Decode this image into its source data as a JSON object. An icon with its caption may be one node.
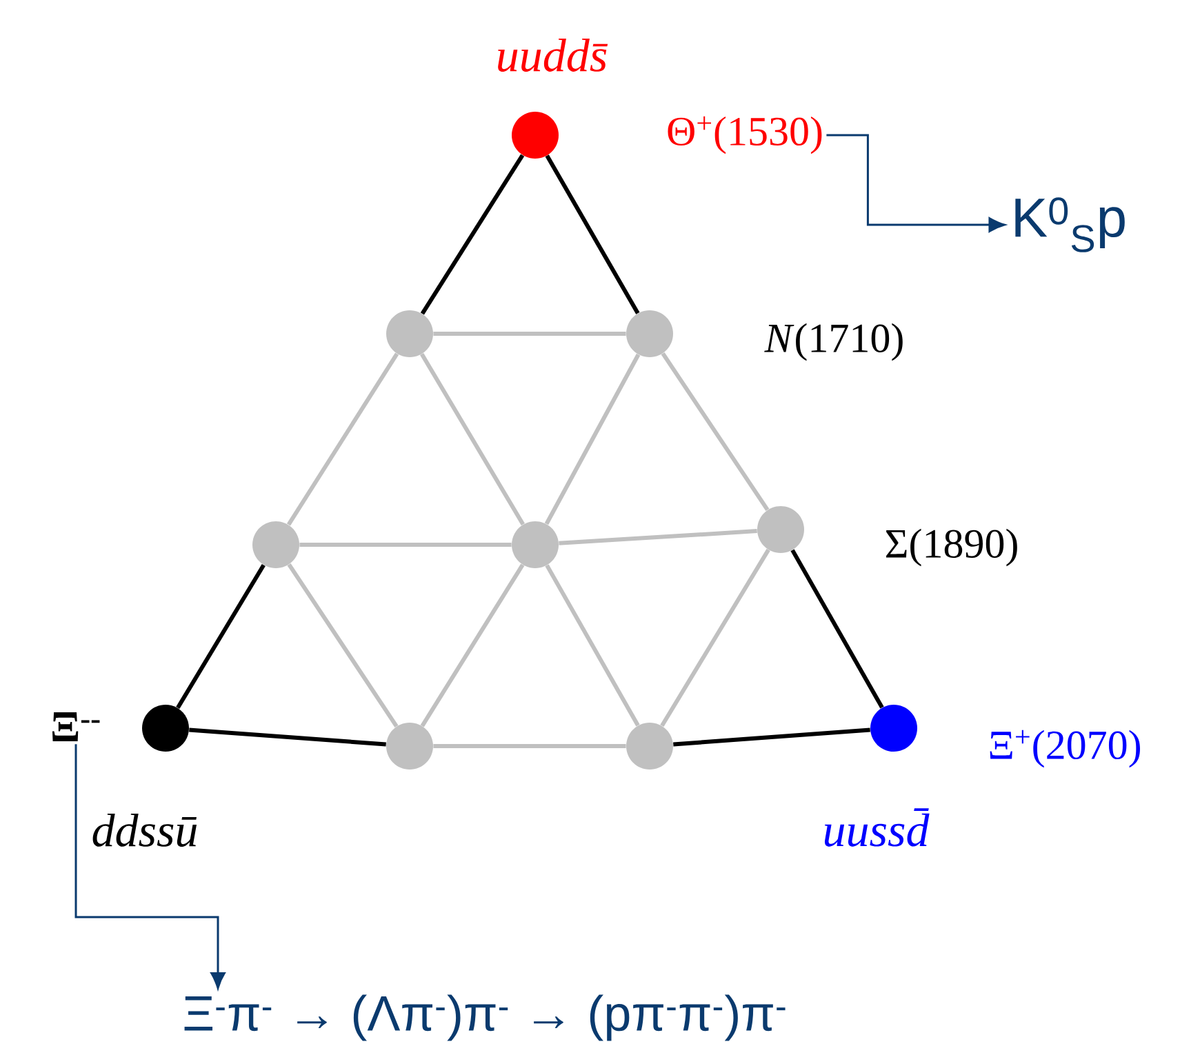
{
  "diagram": {
    "nodes": [
      {
        "text": [],
        "shape": "circle",
        "beside": [
          "uudds̄"
        ]
      },
      {
        "text": [],
        "shape": "circle"
      },
      {
        "text": [],
        "shape": "circle",
        "beside": [
          "*N*(1710)"
        ]
      },
      {
        "text": [],
        "shape": "circle"
      },
      {
        "text": [],
        "shape": "circle"
      },
      {
        "text": [],
        "shape": "circle",
        "beside": [
          "Σ(1890)"
        ]
      },
      {
        "text": [],
        "shape": "circle",
        "beside": [
          "ddssū"
        ]
      },
      {
        "text": [],
        "shape": "circle"
      },
      {
        "text": [],
        "shape": "circle"
      },
      {
        "text": [],
        "shape": "circle",
        "beside": [
          "Ξ$^{+}$(2070)",
          "uussd̄"
        ]
      },
      {
        "text": [
          "Θ$^{+}$(1530)"
        ]
      },
      {
        "text": [
          "K$^{0}$$_{S}$p"
        ]
      },
      {
        "text": [
          "Ξ$^{--}$"
        ]
      },
      {
        "text": [
          "Ξ$^{-}$π$^{-}$ → (Λπ$^{-}$)π$^{-}$ → (pπ$^{-}$π$^{-}$)π$^{-}$"
        ]
      }
    ],
    "edges": [
      {
        "from": 0,
        "to": 1,
        "arrow": "none",
        "color": "#000000"
      },
      {
        "from": 0,
        "to": 2,
        "arrow": "none",
        "color": "#000000"
      },
      {
        "from": 1,
        "to": 2,
        "arrow": "none"
      },
      {
        "from": 1,
        "to": 3,
        "arrow": "none"
      },
      {
        "from": 1,
        "to": 4,
        "arrow": "none"
      },
      {
        "from": 2,
        "to": 4,
        "arrow": "none"
      },
      {
        "from": 2,
        "to": 5,
        "arrow": "none"
      },
      {
        "from": 3,
        "to": 4,
        "arrow": "none"
      },
      {
        "from": 4,
        "to": 5,
        "arrow": "none"
      },
      {
        "from": 3,
        "to": 6,
        "arrow": "none",
        "color": "#000000"
      },
      {
        "from": 3,
        "to": 7,
        "arrow": "none"
      },
      {
        "from": 4,
        "to": 7,
        "arrow": "none"
      },
      {
        "from": 4,
        "to": 8,
        "arrow": "none"
      },
      {
        "from": 5,
        "to": 8,
        "arrow": "none"
      },
      {
        "from": 5,
        "to": 9,
        "arrow": "none",
        "color": "#000000"
      },
      {
        "from": 6,
        "to": 7,
        "arrow": "none",
        "color": "#000000"
      },
      {
        "from": 7,
        "to": 8,
        "arrow": "none"
      },
      {
        "from": 8,
        "to": 9,
        "arrow": "none",
        "color": "#000000"
      },
      {
        "from": 10,
        "to": 11,
        "arrow": "to",
        "color": "#0a3a6e"
      },
      {
        "from": 12,
        "to": 13,
        "arrow": "to",
        "color": "#0a3a6e"
      }
    ]
  }
}
